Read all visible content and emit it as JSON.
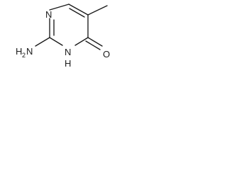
{
  "molecule": {
    "atom_labels": {
      "ring_n_top": "N",
      "amino_group": "H",
      "amino_n": "N",
      "amino_sub": "2",
      "nh_h": "H",
      "nh_n": "N",
      "carbonyl_o": "O"
    },
    "colors": {
      "bond": "#1a1a1a",
      "label": "#1a1a1a",
      "background": "#ffffff"
    }
  }
}
